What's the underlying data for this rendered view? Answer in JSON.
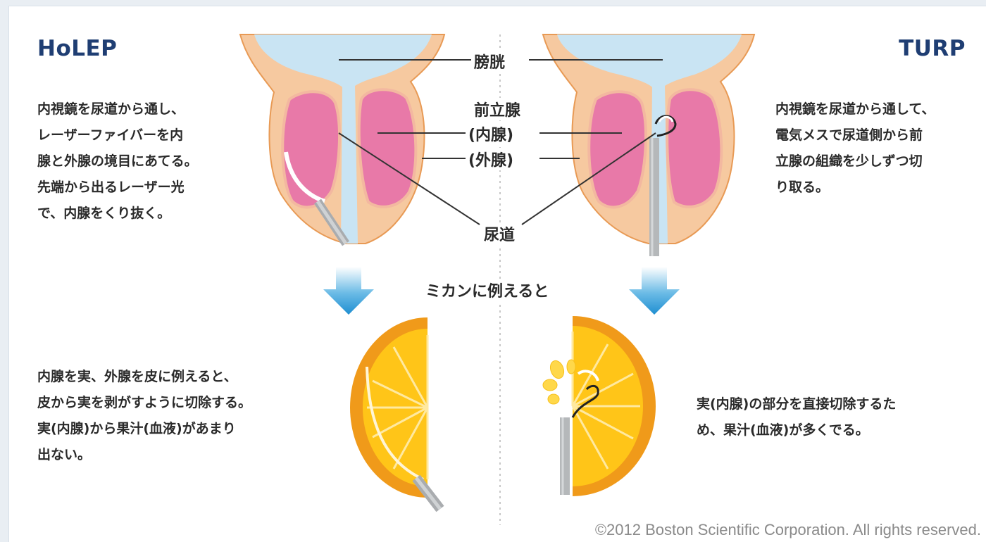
{
  "holep": {
    "title": "HoLEP",
    "description": [
      "内視鏡を尿道から通し、",
      "レーザーファイバーを内",
      "腺と外腺の境目にあてる。",
      "先端から出るレーザー光",
      "で、内腺をくり抜く。"
    ],
    "orange_description": [
      "内腺を実、外腺を皮に例えると、",
      "皮から実を剥がすように切除する。",
      "実(内腺)から果汁(血液)があまり",
      "出ない。"
    ]
  },
  "turp": {
    "title": "TURP",
    "description": [
      "内視鏡を尿道から通して、",
      "電気メスで尿道側から前",
      "立腺の組織を少しずつ切",
      "り取る。"
    ],
    "orange_description": [
      "実(内腺)の部分を直接切除するた",
      "め、果汁(血液)が多くでる。"
    ]
  },
  "labels": {
    "bladder": "膀胱",
    "prostate": "前立腺",
    "inner_gland": "(内腺)",
    "outer_gland": "(外腺)",
    "urethra": "尿道",
    "analogy": "ミカンに例えると"
  },
  "copyright": "©2012 Boston Scientific Corporation. All rights reserved.",
  "colors": {
    "title": "#1f3e73",
    "bladder": "#c9e4f3",
    "outer_gland": "#f6c9a0",
    "outer_gland_edge": "#e89a55",
    "inner_gland": "#e879a8",
    "arrow": "#1f8fd1",
    "orange_peel": "#f09a1a",
    "orange_flesh": "#ffc518",
    "instrument": "#b5b8ba"
  }
}
